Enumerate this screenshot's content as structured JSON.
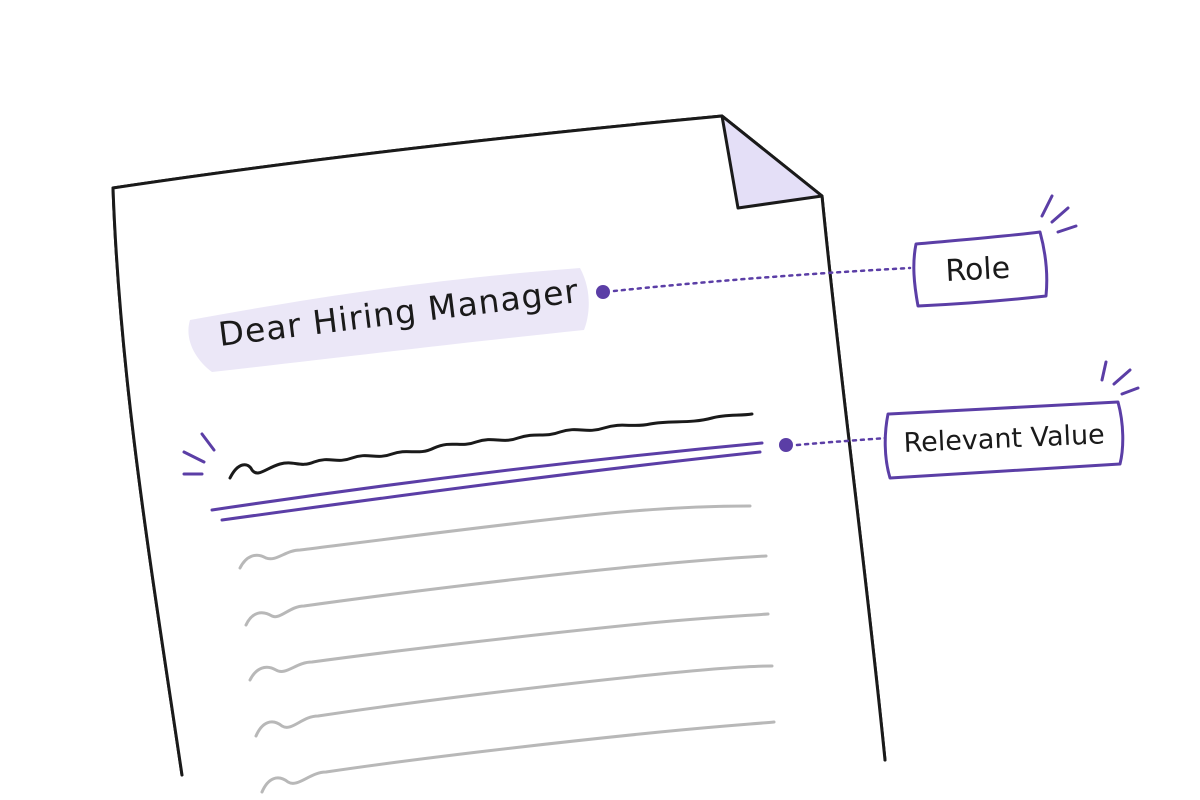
{
  "colors": {
    "accent": "#5b3ea6",
    "highlight": "#ebe7f7",
    "corner_fold": "#e4dff7",
    "ink": "#1a1a1a",
    "pencil": "#b8b8b8"
  },
  "letter": {
    "salutation": "Dear Hiring Manager"
  },
  "callouts": [
    {
      "label": "Role"
    },
    {
      "label": "Relevant Value"
    }
  ]
}
